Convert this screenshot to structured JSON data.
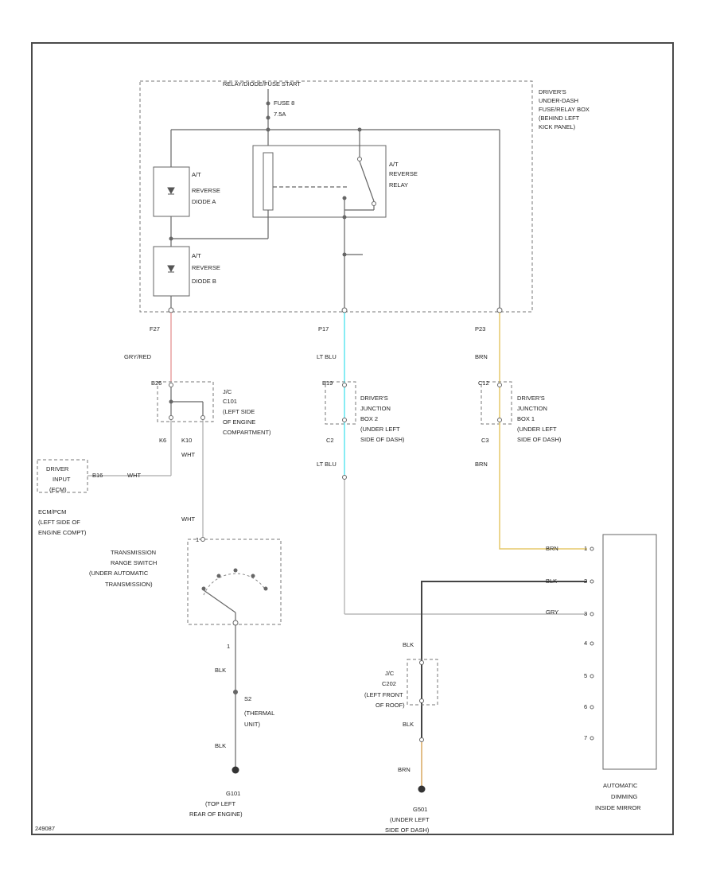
{
  "relay_box": {
    "supply_label": "RELAY/DIODE/FUSE START",
    "fuse_name": "FUSE 8",
    "fuse_rating": "7.5A",
    "location": [
      "DRIVER'S",
      "UNDER-DASH",
      "FUSE/RELAY BOX",
      "(BEHIND LEFT",
      "KICK PANEL)"
    ],
    "diode_a": [
      "A/T",
      "REVERSE",
      "DIODE A"
    ],
    "diode_b": [
      "A/T",
      "REVERSE",
      "DIODE B"
    ],
    "relay": [
      "A/T",
      "REVERSE",
      "RELAY"
    ],
    "pins": {
      "left": "F27",
      "mid": "P17",
      "right": "P23"
    }
  },
  "wire_colors": {
    "gry_red": "GRY/RED",
    "lt_blu_1": "LT BLU",
    "lt_blu_2": "LT BLU",
    "brn_1": "BRN",
    "brn_2": "BRN",
    "wht_1": "WHT",
    "wht_2": "WHT",
    "wht_3": "WHT",
    "brn_mirror": "BRN",
    "blk_mirror": "BLK",
    "gry_mirror": "GRY",
    "blk_1": "BLK",
    "blk_2": "BLK",
    "blk_3": "BLK",
    "blk_4": "BLK",
    "brn_ground": "BRN"
  },
  "colors": {
    "gry_red": "#e8a0a0",
    "lt_blu": "#5fe6f0",
    "brn": "#e6c96a",
    "brn_ground": "#d8a860",
    "blk": "#444444",
    "wht": "#bbbbbb"
  },
  "connector_c101": {
    "pins": {
      "top": "B26",
      "left": "K6",
      "right": "K10"
    },
    "name": [
      "J/C",
      "C101",
      "(LEFT SIDE",
      "OF ENGINE",
      "COMPARTMENT)"
    ]
  },
  "junction_box_2": {
    "pins": {
      "top": "B19",
      "bottom": "C2"
    },
    "name": [
      "DRIVER'S",
      "JUNCTION",
      "BOX 2",
      "(UNDER LEFT",
      "SIDE OF DASH)"
    ]
  },
  "junction_box_1": {
    "pins": {
      "top": "C12",
      "bottom": "C3"
    },
    "name": [
      "DRIVER'S",
      "JUNCTION",
      "BOX 1",
      "(UNDER LEFT",
      "SIDE OF DASH)"
    ]
  },
  "ecm": {
    "box": [
      "DRIVER",
      "INPUT",
      "(ECM)"
    ],
    "pin": "B16",
    "name": [
      "ECM/PCM",
      "(LEFT SIDE OF",
      "ENGINE COMPT)"
    ]
  },
  "transmission_switch": {
    "pin_top": "1",
    "pin_bottom": "1",
    "name": [
      "TRANSMISSION",
      "RANGE SWITCH",
      "(UNDER AUTOMATIC",
      "TRANSMISSION)"
    ]
  },
  "thermal_switch": {
    "pin": "S2",
    "name": [
      "(THERMAL",
      "UNIT)"
    ]
  },
  "ground_g101": {
    "id": "G101",
    "location": [
      "(TOP LEFT",
      "REAR OF ENGINE)"
    ]
  },
  "connector_c202": {
    "name": [
      "J/C",
      "C202",
      "(LEFT FRONT",
      "OF ROOF)"
    ]
  },
  "ground_g501": {
    "id": "G501",
    "location": [
      "(UNDER LEFT",
      "SIDE OF DASH)"
    ]
  },
  "mirror": {
    "pins": [
      "1",
      "2",
      "3",
      "4",
      "5",
      "6",
      "7"
    ],
    "name": [
      "AUTOMATIC",
      "DIMMING",
      "INSIDE MIRROR"
    ]
  },
  "diagram_code": "249087"
}
